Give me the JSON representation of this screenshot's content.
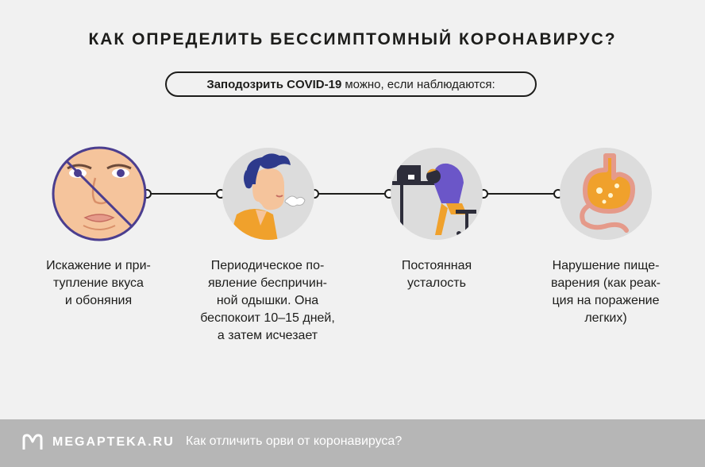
{
  "title": "КАК ОПРЕДЕЛИТЬ БЕССИМПТОМНЫЙ КОРОНАВИРУС?",
  "subtitle": {
    "bold": "Заподозрить COVID-19",
    "rest": "можно, если наблюдаются:"
  },
  "symptoms": [
    {
      "icon": "crossed-face-icon",
      "caption": "Искажение и при-\nтупление вкуса\nи обоняния"
    },
    {
      "icon": "short-breath-man-icon",
      "caption": "Периодическое по-\nявление беспричин-\nной одышки. Она\nбеспокоит 10–15 дней,\nа затем исчезает"
    },
    {
      "icon": "tired-woman-desk-icon",
      "caption": "Постоянная\nусталость"
    },
    {
      "icon": "stomach-icon",
      "caption": "Нарушение пище-\nварения (как реак-\nция на поражение\nлегких)"
    }
  ],
  "footer": {
    "brand": "MEGAPTEKA.RU",
    "link": "Как отличить орви от коронавируса?"
  },
  "colors": {
    "background": "#f1f1f1",
    "circle": "#dcdcdc",
    "skin": "#f5c49c",
    "orange": "#f0a12c",
    "purple": "#5d4ba0",
    "footer": "#b6b6b6"
  }
}
